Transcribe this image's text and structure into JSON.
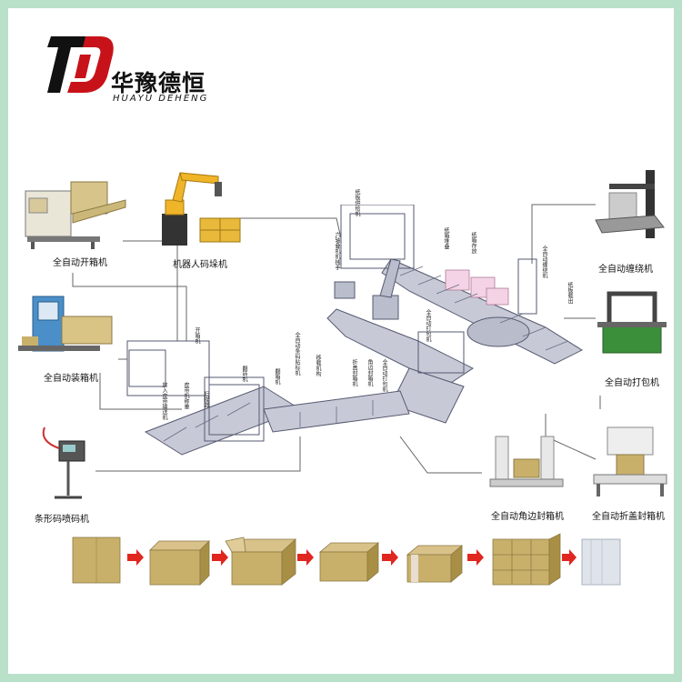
{
  "brand": {
    "name_cn": "华豫德恒",
    "name_en": "HUAYU DEHENG",
    "red": "#c8121a",
    "dark": "#111111"
  },
  "machines": {
    "carton_erector": "全自动开箱机",
    "robot_palletizer": "机器人码垛机",
    "wrapping_machine": "全自动缠绕机",
    "case_packer": "全自动装箱机",
    "strapping_machine": "全自动打包机",
    "coder": "条形码喷码机",
    "corner_sealer": "全自动角边封箱机",
    "fold_sealer": "全自动折盖封箱机"
  },
  "line_labels": {
    "board_stacker": "纸板供给机",
    "robot": "六轴叠机机械手",
    "carton_stack": "纸箱堆叠",
    "carton_store": "纸箱存放",
    "auto_wrap": "全自动缠绕机",
    "pallet_out": "纸板载出",
    "auto_strap": "全自动打包机",
    "unpacker": "开箱机",
    "feed_conveyor": "放入皮带输送机",
    "weigh": "皮带机称重",
    "wrap_station": "扫描器",
    "turn": "翻转机",
    "flip": "翻箱机",
    "labeler": "全自动条码贴标机",
    "pusher": "移载机构",
    "seal": "折盖封箱机",
    "corner": "角边封箱机",
    "corner2": "全自动打包机"
  },
  "colors": {
    "conveyor": "#8a8fa6",
    "frame_line": "#555a70",
    "carton": "#c9b06a",
    "carton_dark": "#a88f45",
    "arrow": "#e0261f",
    "border": "#b9e0c8"
  }
}
